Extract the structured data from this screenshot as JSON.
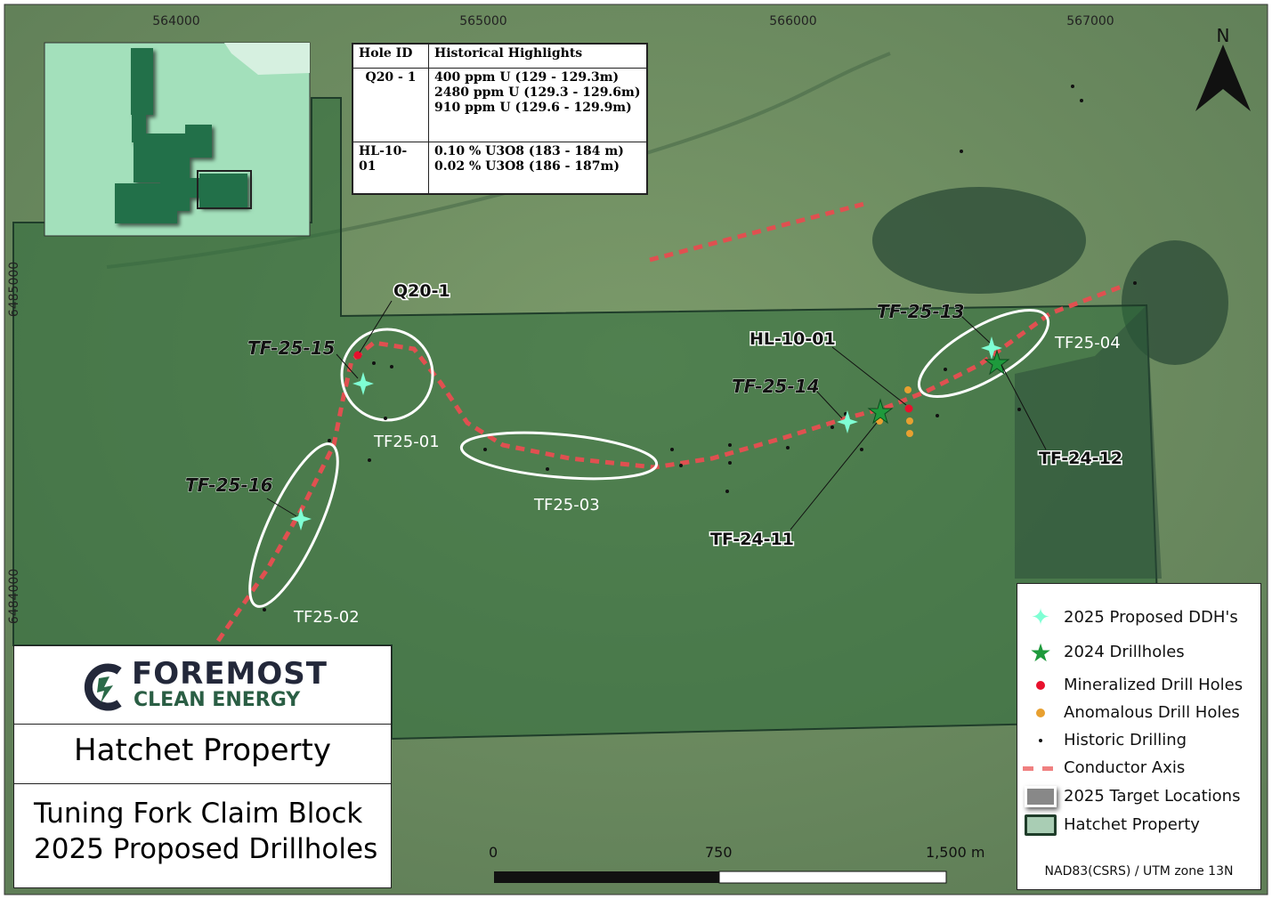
{
  "map": {
    "grid_x_labels": [
      "564000",
      "565000",
      "566000",
      "567000"
    ],
    "grid_y_labels": [
      "6485000",
      "6484000"
    ],
    "north_label": "N",
    "targets": [
      "TF25-01",
      "TF25-02",
      "TF25-03",
      "TF25-04"
    ],
    "proposed_holes": [
      "TF-25-13",
      "TF-25-14",
      "TF-25-15",
      "TF-25-16"
    ],
    "drillholes_2024": [
      "TF-24-11",
      "TF-24-12"
    ],
    "historic_holes": [
      "Q20-1",
      "HL-10-01"
    ]
  },
  "table": {
    "headers": [
      "Hole ID",
      "Historical Highlights"
    ],
    "rows": [
      {
        "id": "Q20 - 1",
        "lines": [
          "400 ppm U (129 - 129.3m)",
          "2480 ppm U (129.3 - 129.6m)",
          "910 ppm U (129.6 - 129.9m)"
        ]
      },
      {
        "id": "HL-10-01",
        "lines": [
          "0.10 % U3O8 (183 - 184 m)",
          "0.02 % U3O8 (186 - 187m)"
        ]
      }
    ]
  },
  "legend": {
    "items": [
      "2025 Proposed DDH's",
      "2024 Drillholes",
      "Mineralized Drill Holes",
      "Anomalous Drill Holes",
      "Historic Drilling",
      "Conductor Axis",
      "2025 Target Locations",
      "Hatchet Property"
    ],
    "crs": "NAD83(CSRS) / UTM zone 13N",
    "colors": {
      "proposed": "#7fffd4",
      "drill2024": "#1e9a3c",
      "mineralized": "#e8112d",
      "anomalous": "#e8a030",
      "conductor": "#f08080",
      "property": "#a9cdb4"
    }
  },
  "title_block": {
    "logo_line1": "FOREMOST",
    "logo_line2": "CLEAN ENERGY",
    "property": "Hatchet Property",
    "subtitle_line1": "Tuning Fork Claim Block",
    "subtitle_line2": "2025 Proposed Drillholes"
  },
  "scale": {
    "labels": [
      "0",
      "750",
      "1,500 m"
    ]
  }
}
